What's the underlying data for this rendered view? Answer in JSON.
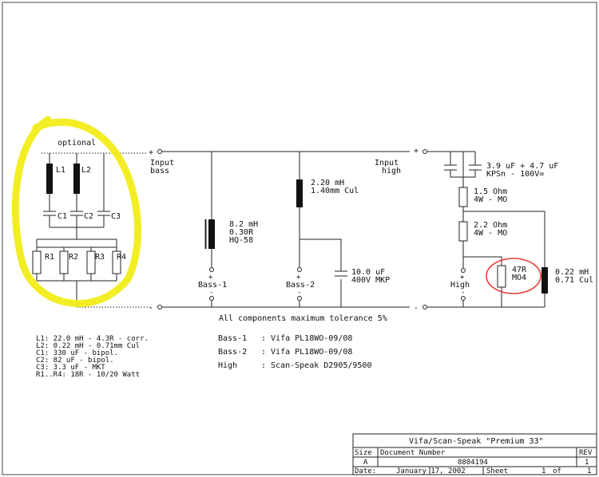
{
  "optional_block": {
    "title": "optional",
    "inductors": [
      "L1",
      "L2"
    ],
    "capacitors": [
      "C1",
      "C2",
      "C3"
    ],
    "resistors": [
      "R1",
      "R2",
      "R3",
      "R4"
    ]
  },
  "terminals": {
    "input_bass": [
      "Input",
      "bass"
    ],
    "input_high": [
      "Input",
      "high"
    ],
    "bass1": "Bass-1",
    "bass2": "Bass-2",
    "high": "High",
    "plus": "+",
    "minus": "-"
  },
  "components": {
    "l_bass1": [
      "8.2 mH",
      "0.30R",
      "HQ-58"
    ],
    "l_bass2": [
      "2.20 mH",
      "1.40mm Cul"
    ],
    "c_bass2": [
      "10.0 uF",
      "400V MKP"
    ],
    "c_high": [
      "3.9 uF + 4.7 uF",
      "KPSn - 100V="
    ],
    "r_high1": [
      "1.5 Ohm",
      "4W - MO"
    ],
    "r_high2": [
      "2.2 Ohm",
      "4W - MO"
    ],
    "r_high3": [
      "47R",
      "MO4"
    ],
    "l_high": [
      "0.22 mH",
      "0.71 Cul"
    ]
  },
  "tolerance_note": "All components maximum tolerance 5%",
  "parts_list": [
    "L1: 22.0 mH - 4.3R - corr.",
    "L2: 0.22 mH - 0.71mm Cul",
    "C1: 330 uF - bipol.",
    "C2: 82 uF - bipol.",
    "C3: 3.3 uF - MKT",
    "R1..R4: 18R - 10/20 Watt"
  ],
  "drivers": [
    {
      "name": "Bass-1",
      "model": ": Vifa PL18WO-09/08"
    },
    {
      "name": "Bass-2",
      "model": ": Vifa PL18WO-09/08"
    },
    {
      "name": "High",
      "model": ": Scan-Speak D2905/9500"
    }
  ],
  "title_block": {
    "title": "Vifa/Scan-Speak \"Premium 33\"",
    "size_label": "Size",
    "size_value": "A",
    "docnum_label": "Document Number",
    "docnum_value": "8804194",
    "rev_label": "REV",
    "rev_value": "1",
    "date_label": "Date:",
    "date_value": "January 17, 2002",
    "sheet_label": "Sheet",
    "sheet_value": "1",
    "of_label": "of",
    "of_value": "1"
  },
  "colors": {
    "highlight": "#f2ec1a",
    "circle": "#e8403a",
    "ink": "#222222"
  }
}
